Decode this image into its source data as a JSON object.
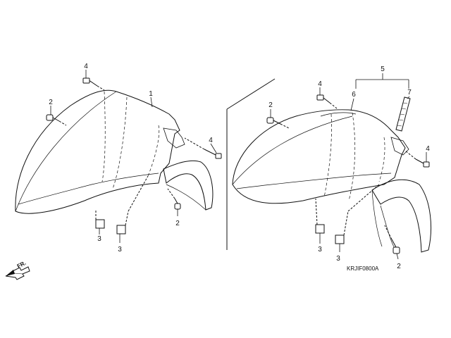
{
  "callouts": {
    "left": {
      "bolt_top": "4",
      "screw_left": "2",
      "fender": "1",
      "bolt_right": "4",
      "screw_bottom": "2",
      "clip_a": "3",
      "clip_b": "3"
    },
    "right": {
      "group": "5",
      "fender": "6",
      "emblem": "7",
      "bolt_top": "4",
      "screw_left": "2",
      "bolt_right": "4",
      "screw_bottom": "2",
      "clip_a": "3",
      "clip_b": "3"
    }
  },
  "direction_label": "FR.",
  "diagram_code": "KRJIF0800A",
  "colors": {
    "line": "#111111",
    "background": "#ffffff"
  }
}
